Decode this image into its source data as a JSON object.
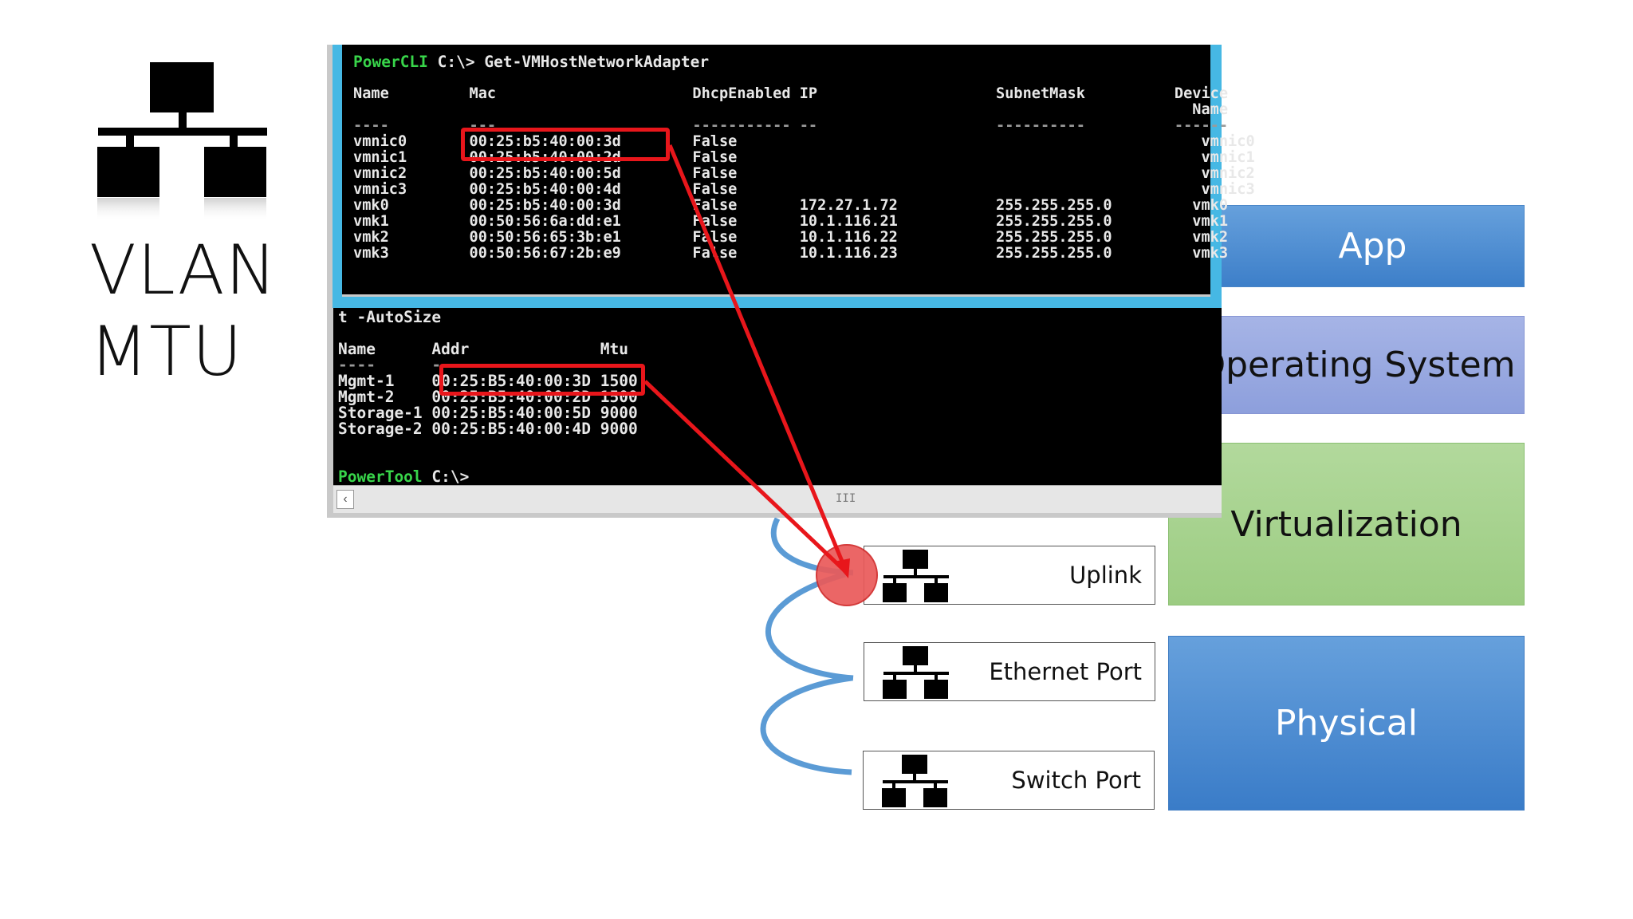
{
  "title": {
    "line1": "VLAN",
    "line2": "MTU"
  },
  "layers": [
    {
      "label": "App"
    },
    {
      "label": "Operating System"
    },
    {
      "label": "Virtualization"
    },
    {
      "label": "Physical"
    }
  ],
  "ports": [
    {
      "label": "Uplink"
    },
    {
      "label": "Ethernet Port"
    },
    {
      "label": "Switch Port"
    }
  ],
  "terminal_top": {
    "prompt": "PowerCLI",
    "command": "C:\\> Get-VMHostNetworkAdapter",
    "header": "Name         Mac                      DhcpEnabled IP                    SubnetMask          Device",
    "header2": "                                                                                              Name",
    "separator": "----         ---                      ----------- --                    ----------          ------",
    "rows": [
      "vmnic0       00:25:b5:40:00:3d        False                                                    vmnic0",
      "vmnic1       00:25:b5:40:00:2d        False                                                    vmnic1",
      "vmnic2       00:25:b5:40:00:5d        False                                                    vmnic2",
      "vmnic3       00:25:b5:40:00:4d        False                                                    vmnic3",
      "vmk0         00:25:b5:40:00:3d        False       172.27.1.72           255.255.255.0         vmk0",
      "vmk1         00:50:56:6a:dd:e1        False       10.1.116.21           255.255.255.0         vmk1",
      "vmk2         00:50:56:65:3b:e1        False       10.1.116.22           255.255.255.0         vmk2",
      "vmk3         00:50:56:67:2b:e9        False       10.1.116.23           255.255.255.0         vmk3"
    ]
  },
  "terminal_bottom": {
    "command_tail": "t -AutoSize",
    "header": "Name      Addr              Mtu",
    "separator": "----      ----              ---",
    "rows": [
      "Mgmt-1    00:25:B5:40:00:3D 1500",
      "Mgmt-2    00:25:B5:40:00:2D 1500",
      "Storage-1 00:25:B5:40:00:5D 9000",
      "Storage-2 00:25:B5:40:00:4D 9000"
    ],
    "prompt": "PowerTool",
    "prompt_tail": "C:\\>",
    "scrollbar": "III"
  },
  "colors": {
    "highlight": "#e8161b",
    "connector": "#5b9bd5",
    "terminal_border": "#46b8e4",
    "prompt_green": "#38d54a"
  },
  "icons": [
    "network-icon"
  ]
}
